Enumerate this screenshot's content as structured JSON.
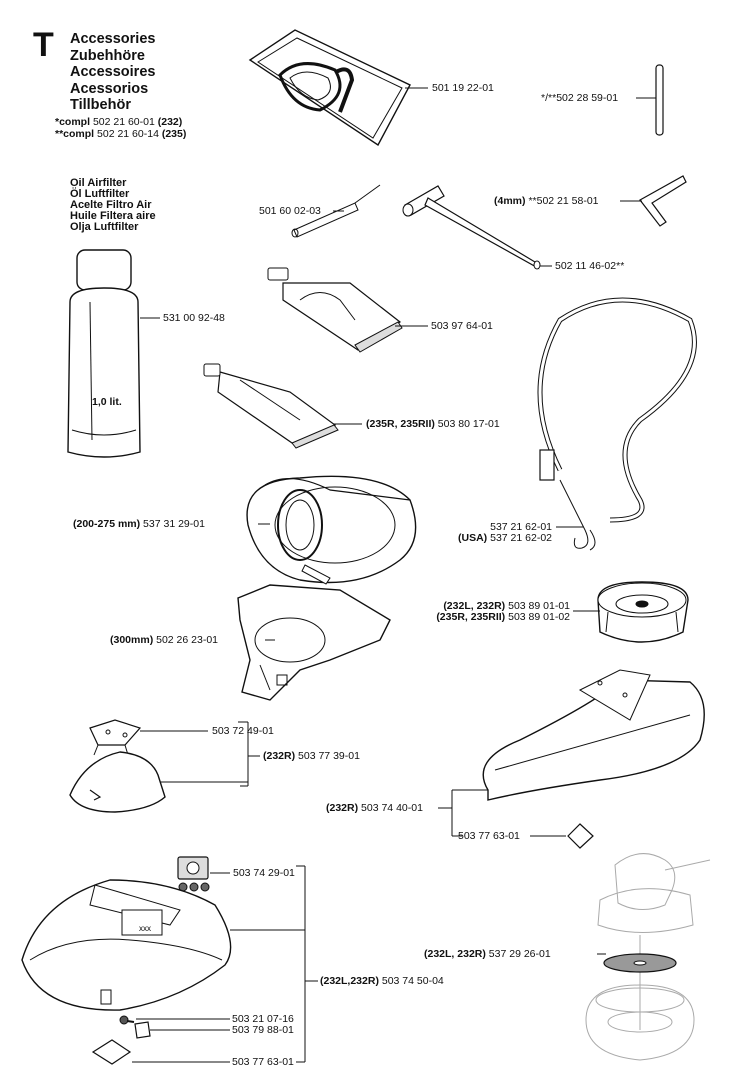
{
  "section": {
    "letter": "T",
    "titles": [
      "Accessories",
      "Zubehhöre",
      "Accessoires",
      "Acessorios",
      "Tillbehör"
    ]
  },
  "compl": [
    {
      "prefix": "*compl",
      "number": "502 21 60-01",
      "model": "(232)"
    },
    {
      "prefix": "**compl",
      "number": "502 21 60-14",
      "model": "(235)"
    }
  ],
  "oil_titles": [
    "Oil Airfilter",
    "Öl Luftfilter",
    "Acelte Filtro Air",
    "Huile Filtera aire",
    "Olja Luftfilter"
  ],
  "bottle_label": "1,0 lit.",
  "parts": {
    "bag": "501 19 22-01",
    "rod": {
      "prefix": "*/**",
      "number": "502 28 59-01"
    },
    "pin": "501 60 02-03",
    "hex_key": {
      "size": "(4mm)",
      "prefix": "**",
      "number": "502 21 58-01"
    },
    "socket_wrench": {
      "number": "502 11 46-02",
      "suffix": "**"
    },
    "oil_bottle": "531 00 92-48",
    "grease_tube_large": "503 97 64-01",
    "grease_tube_small": {
      "models": "(235R, 235RII)",
      "number": "503 80 17-01"
    },
    "harness": [
      {
        "models": "",
        "number": "537 21 62-01"
      },
      {
        "models": "(USA)",
        "number": "537 21 62-02"
      }
    ],
    "guard_200": {
      "models": "(200-275 mm)",
      "number": "537 31 29-01"
    },
    "support_cup": [
      {
        "models": "(232L, 232R)",
        "number": "503 89 01-01"
      },
      {
        "models": "(235R, 235RII)",
        "number": "503 89 01-02"
      }
    ],
    "guard_300": {
      "models": "(300mm)",
      "number": "502 26 23-01"
    },
    "bracket_small": "503 72 49-01",
    "kit_232r": {
      "models": "(232R)",
      "number": "503 77 39-01"
    },
    "guard_large": {
      "models": "(232R)",
      "number": "503 74 40-01"
    },
    "plate_a": "503 77 63-01",
    "decal": "503 74 29-01",
    "drive_disc": {
      "models": "(232L, 232R)",
      "number": "537 29 26-01"
    },
    "kit_bottom": {
      "models": "(232L,232R)",
      "number": "503 74 50-04"
    },
    "screw": "503 21 07-16",
    "clamp": "503 79 88-01",
    "plate_b": "503 77 63-01"
  },
  "decal_text": "xxx"
}
